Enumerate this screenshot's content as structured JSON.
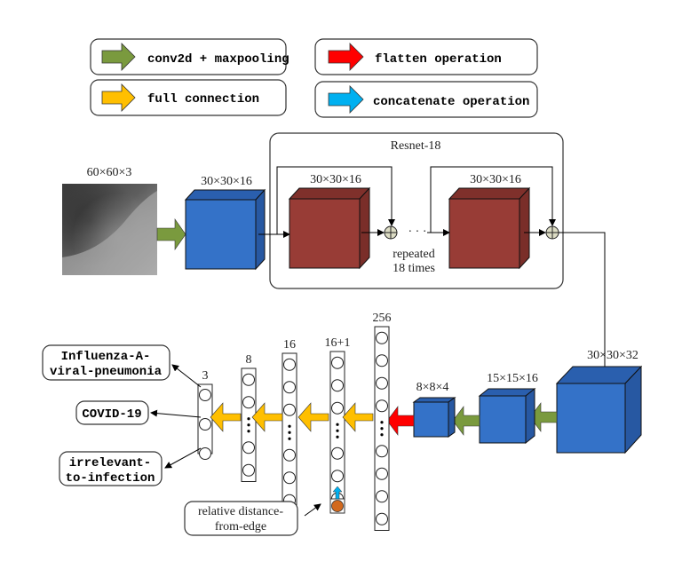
{
  "legend": {
    "items": [
      {
        "label": "conv2d + maxpooling",
        "color": "#7a9a3e",
        "icon": "green-arrow-icon"
      },
      {
        "label": "flatten operation",
        "color": "#ff0000",
        "icon": "red-arrow-icon"
      },
      {
        "label": "full connection",
        "color": "#ffbf00",
        "icon": "yellow-arrow-icon"
      },
      {
        "label": "concatenate operation",
        "color": "#00b0f0",
        "icon": "blue-arrow-icon"
      }
    ]
  },
  "input": {
    "label": "60×60×3"
  },
  "conv1": {
    "label": "30×30×16",
    "color": "#3472c8"
  },
  "resnet": {
    "title": "Resnet-18",
    "block1_label": "30×30×16",
    "block2_label": "30×30×16",
    "block_color": "#983c36",
    "repeat_line1": "repeated",
    "repeat_line2": "18 times",
    "dots": "· · ·"
  },
  "conv2": {
    "label": "30×30×32"
  },
  "conv3": {
    "label": "15×15×16"
  },
  "conv4": {
    "label": "8×8×4"
  },
  "layers": [
    {
      "label": "256"
    },
    {
      "label": "16+1"
    },
    {
      "label": "16"
    },
    {
      "label": "8"
    },
    {
      "label": "3"
    }
  ],
  "outputs": [
    {
      "line1": "Influenza-A-",
      "line2": "viral-pneumonia"
    },
    {
      "line1": "COVID-19"
    },
    {
      "line1": "irrelevant-",
      "line2": "to-infection"
    }
  ],
  "extra_input": {
    "line1": "relative distance-",
    "line2": "from-edge",
    "color": "#d2691e"
  }
}
